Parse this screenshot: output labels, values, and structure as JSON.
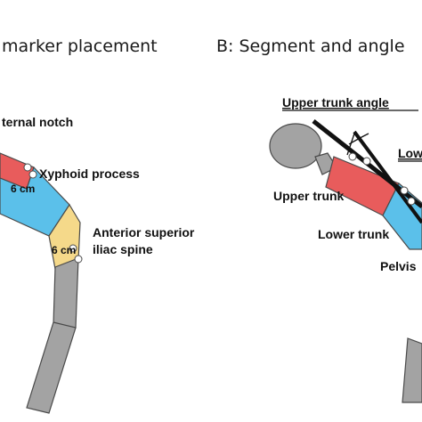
{
  "panel_a": {
    "title": "marker placement",
    "labels": {
      "sternal_notch": "ternal notch",
      "xyphoid_process": "Xyphoid process",
      "asis_line1": "Anterior superior",
      "asis_line2": "iliac spine",
      "upper_gap": "6 cm",
      "lower_gap": "6 cm"
    }
  },
  "panel_b": {
    "title": "B: Segment and angle",
    "labels": {
      "upper_trunk_angle": "Upper trunk angle",
      "lower_angle": "Low",
      "upper_trunk": "Upper trunk",
      "lower_trunk": "Lower trunk",
      "pelvis": "Pelvis"
    }
  },
  "colors": {
    "upper_trunk": "#e85c5c",
    "lower_trunk": "#5bc0ea",
    "pelvis": "#f5d98a",
    "leg": "#a3a3a3",
    "head": "#a3a3a3",
    "outline": "#4a4a4a",
    "marker": "#ffffff"
  }
}
